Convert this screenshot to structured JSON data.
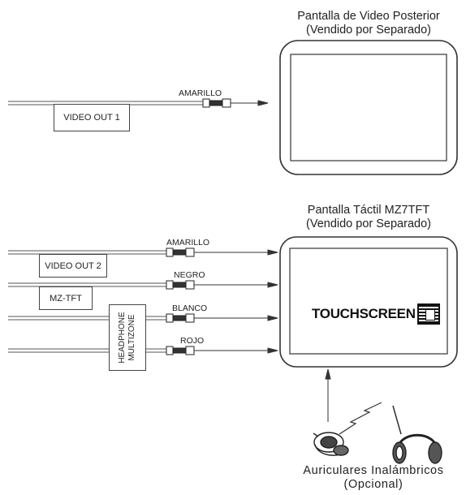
{
  "rear_screen": {
    "title_line1": "Pantalla de Video Posterior",
    "title_line2": "(Vendido por Separado)"
  },
  "top_connection": {
    "box_label": "VIDEO OUT 1",
    "wire_label": "AMARILLO"
  },
  "touch_screen": {
    "title_line1": "Pantalla Táctil MZ7TFT",
    "title_line2": "(Vendido por Separado)",
    "logo_text": "TOUCHSCREEN"
  },
  "connections": [
    {
      "box_label": "VIDEO OUT 2",
      "wire_label": "AMARILLO"
    },
    {
      "box_label": "MZ-TFT",
      "wire_label": "NEGRO"
    },
    {
      "box_label": "",
      "wire_label": "BLANCO"
    },
    {
      "box_label": "",
      "wire_label": "ROJO"
    }
  ],
  "headphone_box": {
    "line1": "HEADPHONE",
    "line2": "MULTIZONE"
  },
  "headphones": {
    "caption_line1": "Auriculares Inalámbricos",
    "caption_line2": "(Opcional)"
  }
}
